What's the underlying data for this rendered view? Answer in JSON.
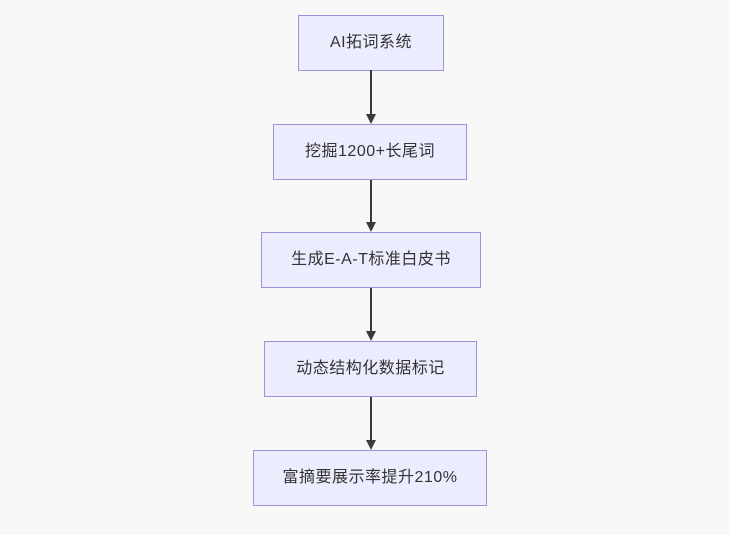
{
  "diagram": {
    "type": "flowchart",
    "direction": "top-down",
    "style": {
      "background": "#f8f8f8",
      "node_fill": "#ececff",
      "node_border": "#9f93d8",
      "node_text_color": "#333333",
      "arrow_color": "#3b3b3b"
    },
    "nodes": [
      {
        "label": "AI拓词系统"
      },
      {
        "label": "挖掘1200+长尾词"
      },
      {
        "label": "生成E-A-T标准白皮书"
      },
      {
        "label": "动态结构化数据标记"
      },
      {
        "label": "富摘要展示率提升210%"
      }
    ],
    "edges": [
      {
        "from": "AI拓词系统",
        "to": "挖掘1200+长尾词"
      },
      {
        "from": "挖掘1200+长尾词",
        "to": "生成E-A-T标准白皮书"
      },
      {
        "from": "生成E-A-T标准白皮书",
        "to": "动态结构化数据标记"
      },
      {
        "from": "动态结构化数据标记",
        "to": "富摘要展示率提升210%"
      }
    ]
  }
}
